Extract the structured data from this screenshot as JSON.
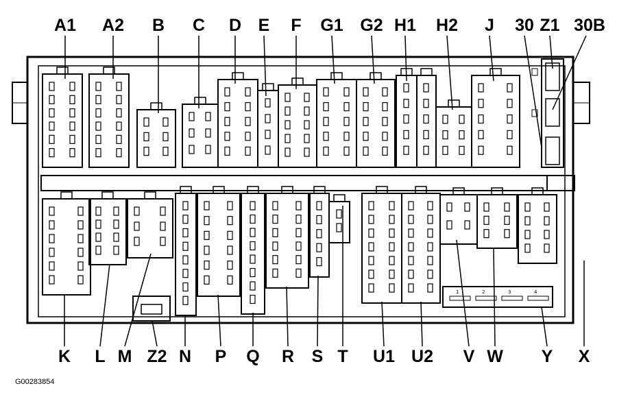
{
  "diagram": {
    "top_labels": [
      "A1",
      "A2",
      "B",
      "C",
      "D",
      "E",
      "F",
      "G1",
      "G2",
      "H1",
      "H2",
      "J",
      "30",
      "Z1",
      "30B"
    ],
    "bottom_labels": [
      "K",
      "L",
      "M",
      "Z2",
      "N",
      "P",
      "Q",
      "R",
      "S",
      "T",
      "U1",
      "U2",
      "V",
      "W",
      "Y",
      "X"
    ],
    "relay_numbers": [
      "1",
      "2",
      "3",
      "4"
    ],
    "figure_id": "G00283854"
  }
}
